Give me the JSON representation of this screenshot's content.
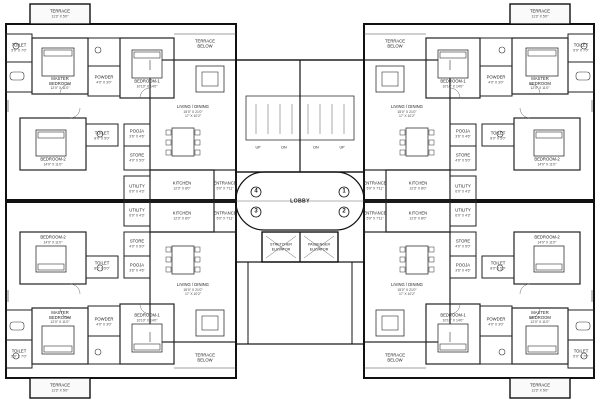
{
  "lobby": {
    "title": "LOBBY",
    "lift_stretcher": "STRETCHER\nELEVATOR",
    "lift_passenger": "PASSENGER\nELEVATOR",
    "up": "UP",
    "dn": "DN"
  },
  "flat_numbers": [
    "1",
    "2",
    "3",
    "4"
  ],
  "rooms": {
    "terrace": {
      "name": "TERRACE",
      "dim": "11'3\" X 5'0\""
    },
    "terrace_below": {
      "name": "TERRACE\nBELOW"
    },
    "toilet": {
      "name": "TOILET",
      "dim": "5'0\" X 7'0\""
    },
    "master_bedroom": {
      "name": "MASTER\nBEDROOM",
      "dim": "12'0\" X 11'0\""
    },
    "powder": {
      "name": "POWDER",
      "dim": "4'0\" X 3'0\""
    },
    "bedroom1": {
      "name": "BEDROOM-1",
      "dim": "10'10\" X 14'0\""
    },
    "bedroom2": {
      "name": "BEDROOM-2",
      "dim": "14'0\" X 11'0\""
    },
    "toilet2": {
      "name": "TOILET",
      "dim": "8'0\" X 5'0\""
    },
    "pooja": {
      "name": "POOJA",
      "dim": "3'6\" X 4'6\""
    },
    "store": {
      "name": "STORE",
      "dim": "4'0\" X 5'0\""
    },
    "living": {
      "name": "LIVING / DINING",
      "dim": "15'0\" X 21'0\"\n17' X 10'2\""
    },
    "kitchen": {
      "name": "KITCHEN",
      "dim": "12'3\" X 8'0\""
    },
    "utility": {
      "name": "UTILITY",
      "dim": "6'0\" X 4'3\""
    },
    "entrance": {
      "name": "ENTRANCE",
      "dim": "5'0\" X 7'11\""
    }
  }
}
